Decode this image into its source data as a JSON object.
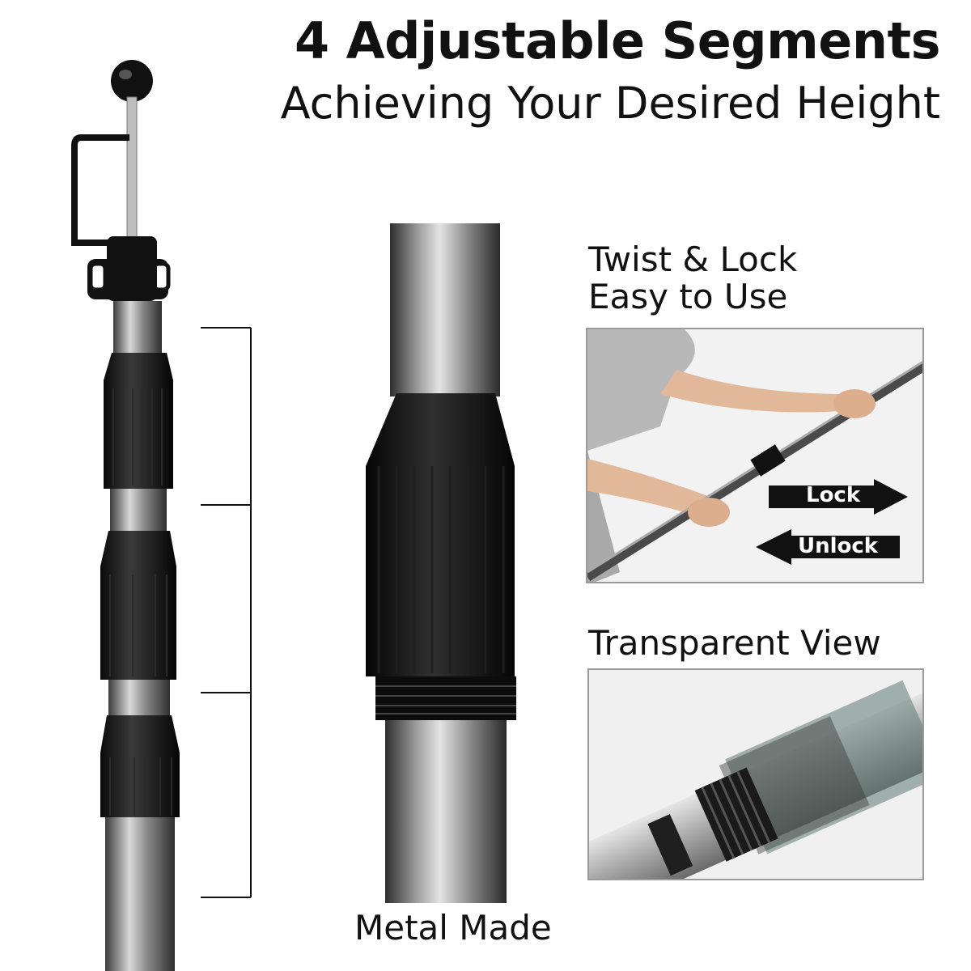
{
  "header": {
    "title": "4 Adjustable Segments",
    "subtitle": "Achieving Your Desired Height"
  },
  "closeup": {
    "label": "Metal Made"
  },
  "twist_panel": {
    "label_line1": "Twist & Lock",
    "label_line2": "Easy to Use",
    "lock_label": "Lock",
    "unlock_label": "Unlock"
  },
  "transparent_panel": {
    "label": "Transparent View"
  },
  "colors": {
    "black": "#111111",
    "metal_light": "#c9c9c9",
    "metal_dark": "#4a4a4a",
    "panel_border": "#9a9a9a"
  }
}
